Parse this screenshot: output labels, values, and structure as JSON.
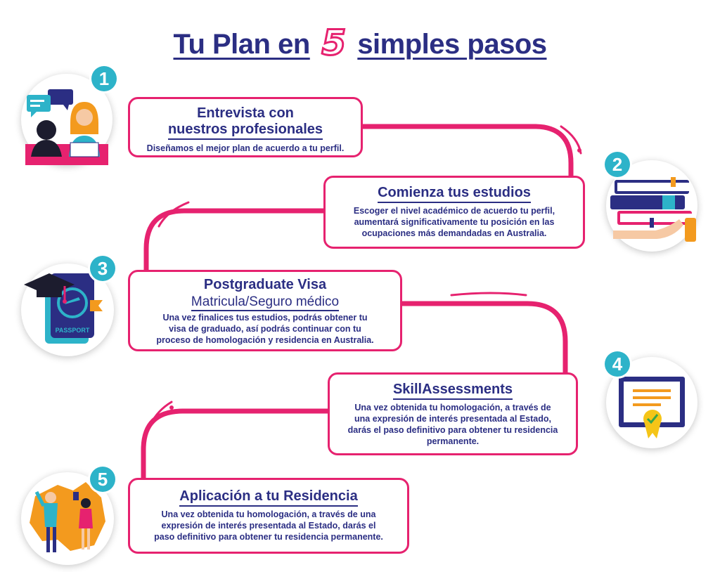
{
  "title": {
    "pre": "Tu Plan en",
    "number": "5",
    "post": "simples pasos"
  },
  "steps": [
    {
      "number": "1",
      "heading_line1": "Entrevista con",
      "heading_line2": "nuestros profesionales",
      "text": "Diseñamos el mejor plan de acuerdo a tu perfil."
    },
    {
      "number": "2",
      "heading": "Comienza tus estudios",
      "text_lines": [
        "Escoger el nivel académico de acuerdo tu perfil,",
        "aumentará significativamente tu posición en las",
        "ocupaciones más demandadas en Australia."
      ]
    },
    {
      "number": "3",
      "heading": "Postgraduate Visa",
      "subheading": "Matricula/Seguro médico",
      "text_lines": [
        "Una vez finalices tus estudios, podrás obtener tu",
        "visa de graduado, así podrás continuar con tu",
        "proceso de homologación y residencia en Australia."
      ],
      "icon_label": "PASSPORT"
    },
    {
      "number": "4",
      "heading": "SkillAssessments",
      "text_lines": [
        "Una vez obtenida tu homologación, a través de",
        "una expresión de interés presentada al Estado,",
        "darás el paso definitivo para obtener tu residencia",
        "permanente."
      ]
    },
    {
      "number": "5",
      "heading": "Aplicación a tu Residencia",
      "text_lines": [
        "Una vez obtenida tu homologación, a través de una",
        "expresión de interés presentada al Estado, darás el",
        "paso definitivo para obtener tu residencia permanente."
      ]
    }
  ],
  "colors": {
    "accent": "#e6226f",
    "navy": "#2b2e83",
    "teal": "#2db3c9",
    "orange": "#f39a1e"
  }
}
